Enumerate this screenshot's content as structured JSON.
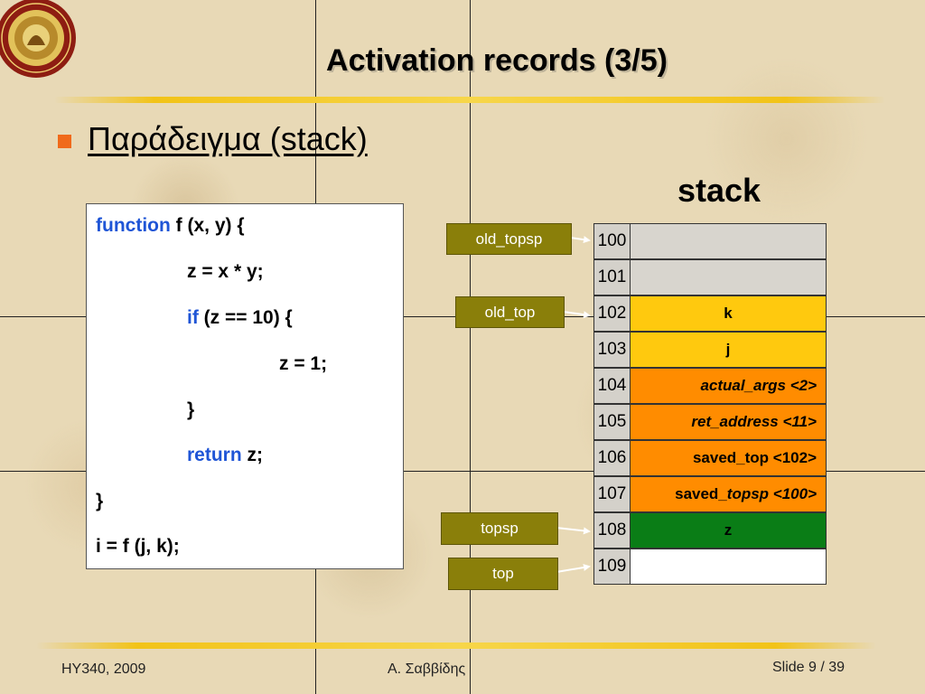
{
  "title": "Activation records (3/5)",
  "bullet": "Παράδειγμα (stack)",
  "stack_label": "stack",
  "code": {
    "line1_kw": "function",
    "line1_rest": " f (x, y) {",
    "line2": "z = x * y;",
    "line3_kw": "if",
    "line3_rest": " (z == 10) {",
    "line4": "z = 1;",
    "line5": "}",
    "line6_kw": "return",
    "line6_rest": " z;",
    "line7": "}",
    "line8": "i = f (j, k);"
  },
  "stack_rows": [
    {
      "addr": "100",
      "value": ""
    },
    {
      "addr": "101",
      "value": ""
    },
    {
      "addr": "102",
      "value": "k"
    },
    {
      "addr": "103",
      "value": "j"
    },
    {
      "addr": "104",
      "value": "actual_args <2>"
    },
    {
      "addr": "105",
      "value": "ret_address <11>"
    },
    {
      "addr": "106",
      "value": "saved_top <102>"
    },
    {
      "addr": "107",
      "value_a": "saved_",
      "value_b": "topsp <100>"
    },
    {
      "addr": "108",
      "value": "z"
    },
    {
      "addr": "109",
      "value": ""
    }
  ],
  "pointers": {
    "old_topsp": "old_topsp",
    "old_top": "old_top",
    "topsp": "topsp",
    "top": "top"
  },
  "colors": {
    "gray": "#d8d5ce",
    "yellow": "#ffc90e",
    "orange": "#ff8c00",
    "green": "#0a7d16",
    "keyword": "#1f55d6",
    "pointer_box": "#8a7f0a",
    "bullet": "#f06a1a"
  },
  "footer": {
    "left": "HY340, 2009",
    "center": "Α. Σαββίδης",
    "right": "Slide 9 / 39"
  },
  "logo_icon": "university-of-crete-seal-icon"
}
